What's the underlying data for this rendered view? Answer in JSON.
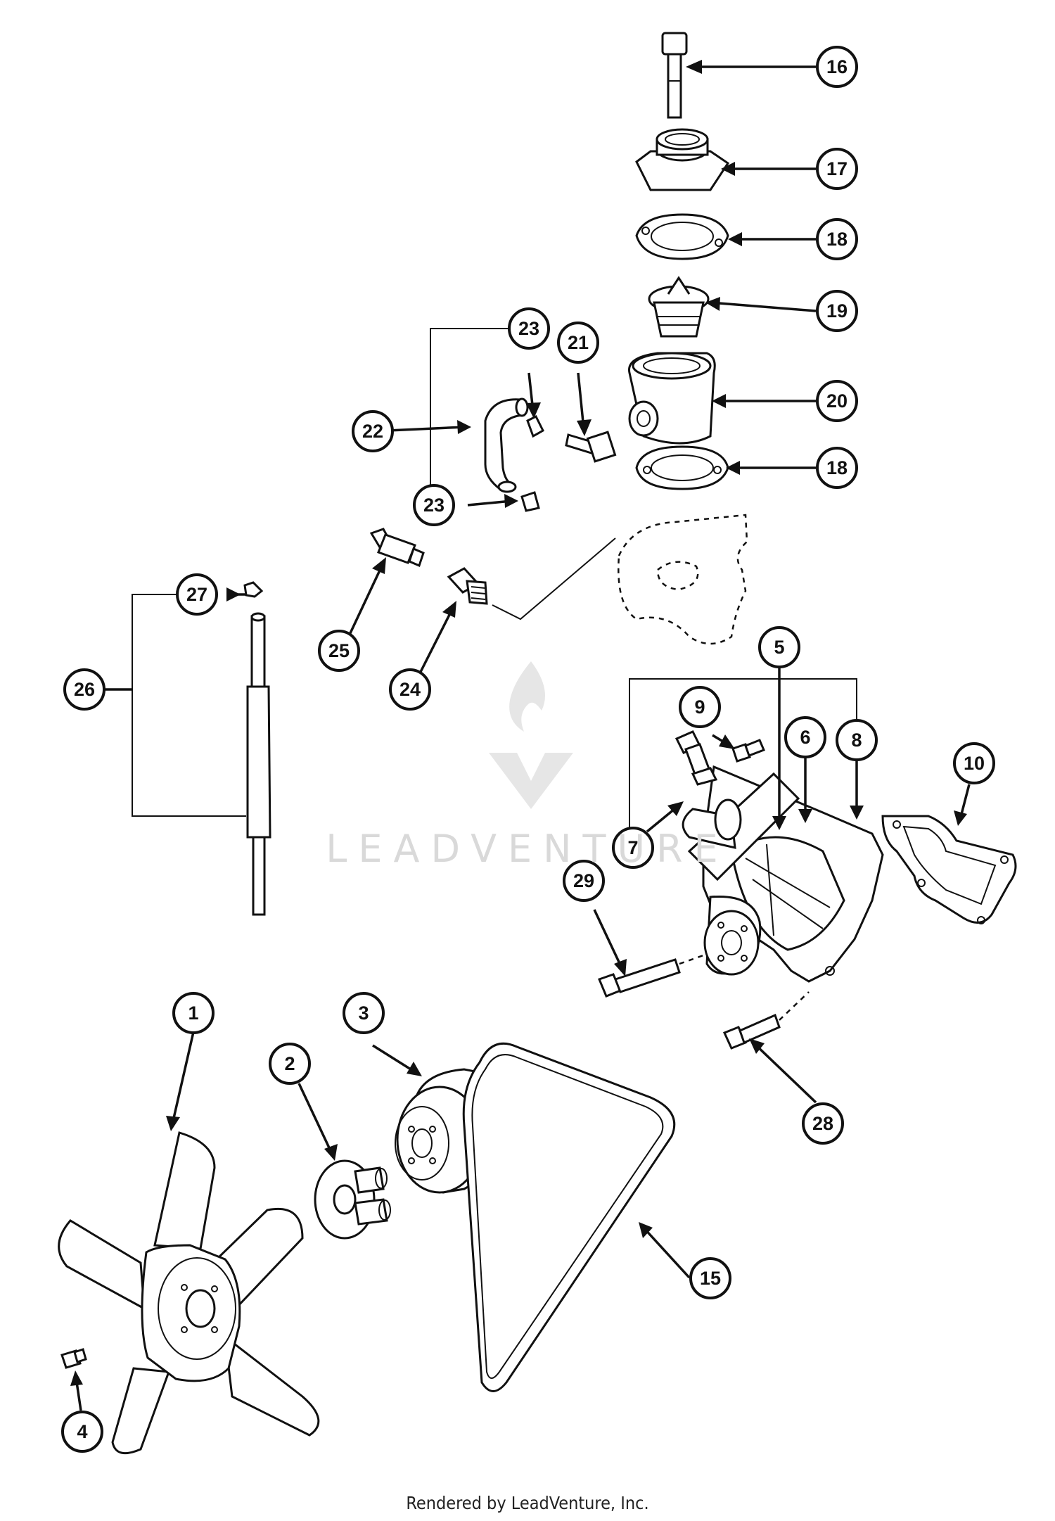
{
  "callouts": [
    {
      "label": "16",
      "part": "bolt"
    },
    {
      "label": "17",
      "part": "thermostat-cover"
    },
    {
      "label": "18",
      "part": "gasket-upper"
    },
    {
      "label": "19",
      "part": "thermostat"
    },
    {
      "label": "23",
      "part": "clamp-upper"
    },
    {
      "label": "21",
      "part": "fitting"
    },
    {
      "label": "22",
      "part": "hose"
    },
    {
      "label": "20",
      "part": "thermostat-housing"
    },
    {
      "label": "18",
      "part": "gasket-lower"
    },
    {
      "label": "23",
      "part": "clamp-lower"
    },
    {
      "label": "27",
      "part": "clip"
    },
    {
      "label": "25",
      "part": "sender"
    },
    {
      "label": "26",
      "part": "dipstick-assembly"
    },
    {
      "label": "24",
      "part": "plug"
    },
    {
      "label": "5",
      "part": "water-pump-assembly"
    },
    {
      "label": "9",
      "part": "pump-bolt"
    },
    {
      "label": "6",
      "part": "pump-body"
    },
    {
      "label": "8",
      "part": "pump-gasket-ref"
    },
    {
      "label": "10",
      "part": "pump-gasket"
    },
    {
      "label": "7",
      "part": "drain-cock"
    },
    {
      "label": "29",
      "part": "long-bolt"
    },
    {
      "label": "1",
      "part": "fan"
    },
    {
      "label": "3",
      "part": "pulley"
    },
    {
      "label": "2",
      "part": "spacer"
    },
    {
      "label": "28",
      "part": "short-bolt"
    },
    {
      "label": "15",
      "part": "v-belt"
    },
    {
      "label": "4",
      "part": "fan-bolt"
    }
  ],
  "watermark": "LEADVENTURE",
  "footer": "Rendered by LeadVenture, Inc."
}
